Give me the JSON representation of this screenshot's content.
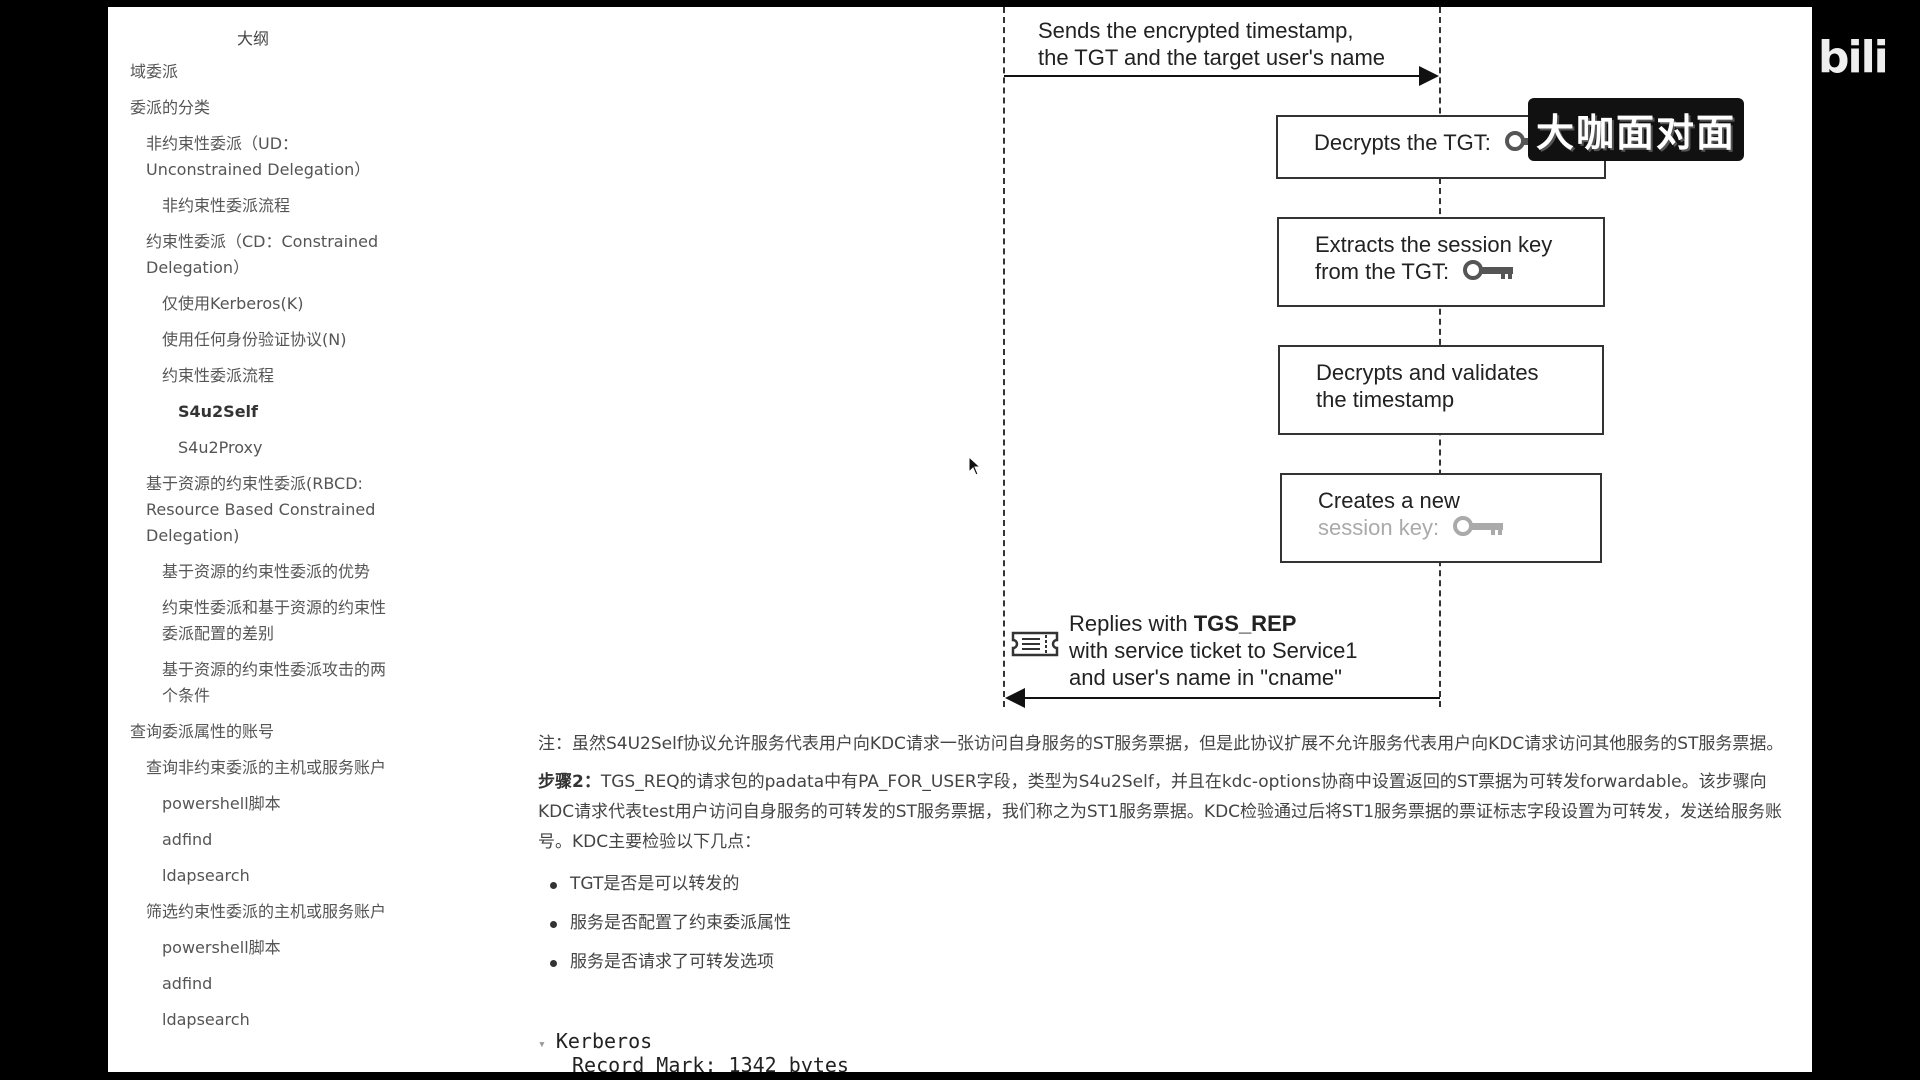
{
  "sidebar": {
    "title": "大纲",
    "items": [
      {
        "label": "域委派",
        "level": 1
      },
      {
        "label": "委派的分类",
        "level": 1
      },
      {
        "label": "非约束性委派（UD：Unconstrained Delegation）",
        "level": 2
      },
      {
        "label": "非约束性委派流程",
        "level": 3
      },
      {
        "label": "约束性委派（CD：Constrained Delegation）",
        "level": 2
      },
      {
        "label": "仅使用Kerberos(K)",
        "level": 3
      },
      {
        "label": "使用任何身份验证协议(N)",
        "level": 3
      },
      {
        "label": "约束性委派流程",
        "level": 3
      },
      {
        "label": "S4u2Self",
        "level": 4,
        "active": true
      },
      {
        "label": "S4u2Proxy",
        "level": 4
      },
      {
        "label": "基于资源的约束性委派(RBCD: Resource Based Constrained Delegation)",
        "level": 2
      },
      {
        "label": "基于资源的约束性委派的优势",
        "level": 3
      },
      {
        "label": "约束性委派和基于资源的约束性委派配置的差别",
        "level": 3
      },
      {
        "label": "基于资源的约束性委派攻击的两个条件",
        "level": 3
      },
      {
        "label": "查询委派属性的账号",
        "level": 1
      },
      {
        "label": "查询非约束委派的主机或服务账户",
        "level": 2
      },
      {
        "label": "powershell脚本",
        "level": 3
      },
      {
        "label": "adfind",
        "level": 3
      },
      {
        "label": "ldapsearch",
        "level": 3
      },
      {
        "label": "筛选约束性委派的主机或服务账户",
        "level": 2
      },
      {
        "label": "powershell脚本",
        "level": 3
      },
      {
        "label": "adfind",
        "level": 3
      },
      {
        "label": "ldapsearch",
        "level": 3
      }
    ]
  },
  "diagram": {
    "top_message_line1": "Sends the encrypted timestamp,",
    "top_message_line2": "the TGT and the target user's name",
    "box1": "Decrypts the TGT:",
    "box2_line1": "Extracts the session key",
    "box2_line2": "from the TGT:",
    "box3_line1": "Decrypts and validates",
    "box3_line2": "the timestamp",
    "box4_line1": "Creates a new",
    "box4_line2": "session key:",
    "reply_line1_prefix": "Replies with ",
    "reply_line1_bold": "TGS_REP",
    "reply_line2": "with service ticket to Service1",
    "reply_line3": "and user's name in \"cname\""
  },
  "content": {
    "note": "注：虽然S4U2Self协议允许服务代表用户向KDC请求一张访问自身服务的ST服务票据，但是此协议扩展不允许服务代表用户向KDC请求访问其他服务的ST服务票据。",
    "step_label": "步骤2：",
    "step_text": "TGS_REQ的请求包的padata中有PA_FOR_USER字段，类型为S4u2Self，并且在kdc-options协商中设置返回的ST票据为可转发forwardable。该步骤向KDC请求代表test用户访问自身服务的可转发的ST服务票据，我们称之为ST1服务票据。KDC检验通过后将ST1服务票据的票证标志字段设置为可转发，发送给服务账号。KDC主要检验以下几点：",
    "bullets": [
      "TGT是否是可以转发的",
      "服务是否配置了约束委派属性",
      "服务是否请求了可转发选项"
    ]
  },
  "code": {
    "line1": "Kerberos",
    "line2": "Record Mark: 1342 bytes"
  },
  "overlay": {
    "watermark": "大咖面对面",
    "logo": "bili"
  }
}
